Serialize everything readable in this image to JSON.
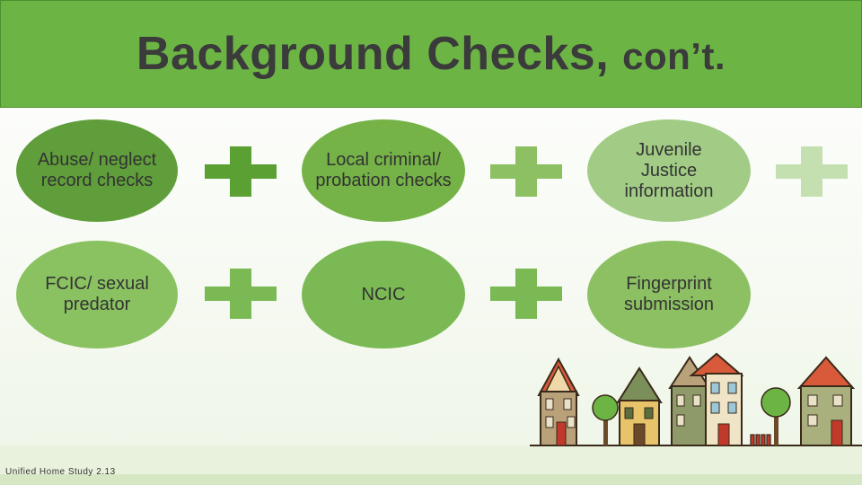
{
  "title": {
    "main": "Background Checks,",
    "suffix": "con’t."
  },
  "row1": [
    {
      "label": "Abuse/ neglect record checks"
    },
    {
      "label": "Local criminal/ probation checks"
    },
    {
      "label": "Juvenile Justice information"
    }
  ],
  "row2": [
    {
      "label": "FCIC/ sexual predator"
    },
    {
      "label": "NCIC"
    },
    {
      "label": "Fingerprint submission"
    }
  ],
  "footer": {
    "text": "Unified Home Study 2.13"
  },
  "colors": {
    "title_bar": "#6cb545",
    "oval_dark": "#5f9e3a",
    "oval_mid": "#8cc063",
    "oval_light": "#b3d69a",
    "plus_dark": "#5aa033",
    "plus_mid": "#7ab953",
    "plus_light": "#b7d9a0"
  }
}
